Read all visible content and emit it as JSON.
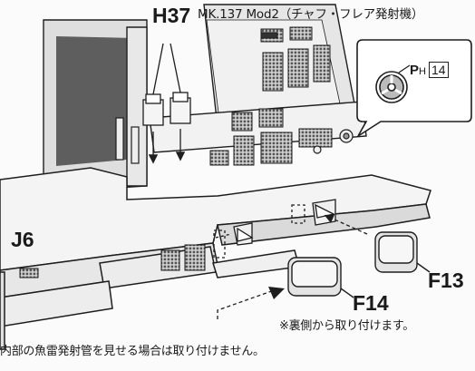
{
  "parts": {
    "h37": "H37",
    "mk137": "MK.137 Mod2（チャフ・フレア発射機）",
    "j6": "J6",
    "f13": "F13",
    "f14": "F14"
  },
  "callout": {
    "paint_symbol": "P",
    "paint_sub": "H",
    "paint_number": "14"
  },
  "notes": {
    "reverse_side": "※裏側から取り付けます。",
    "interior": "内部の魚雷発射管を見せる場合は取り付けません。"
  },
  "colors": {
    "line": "#1e1e1e",
    "part_fill": "#e9e9e9",
    "shade": "#bdbdbd",
    "dark_panel": "#5e5e5e"
  }
}
